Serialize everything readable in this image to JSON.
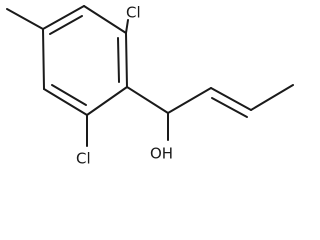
{
  "molecule": {
    "atom_labels": {
      "cl_top": "Cl",
      "cl_bottom": "Cl",
      "hydroxyl": "OH"
    }
  }
}
